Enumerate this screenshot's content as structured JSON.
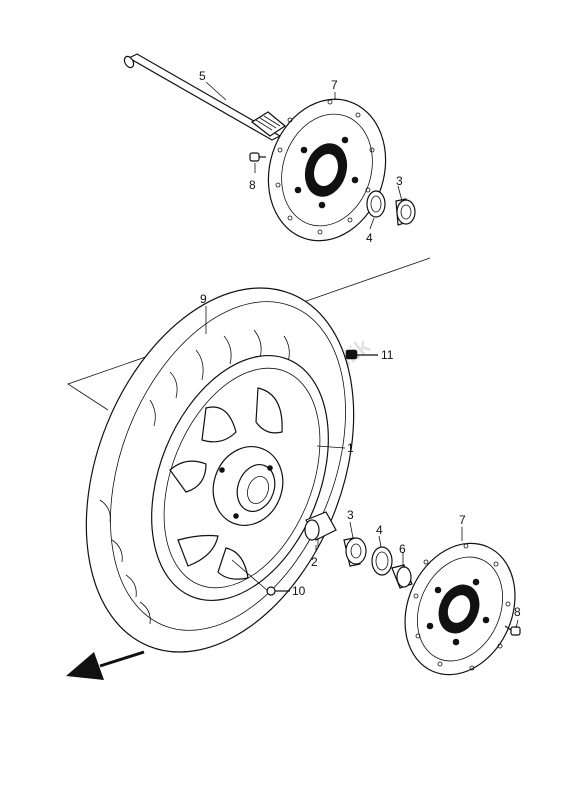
{
  "watermark": "PartsRepublik",
  "callouts": {
    "c1": "1",
    "c2": "2",
    "c3_upper": "3",
    "c3_lower": "3",
    "c4_upper": "4",
    "c4_lower": "4",
    "c5": "5",
    "c6": "6",
    "c7_upper": "7",
    "c7_lower": "7",
    "c8_upper": "8",
    "c8_lower": "8",
    "c9": "9",
    "c10": "10",
    "c11": "11"
  },
  "icons": {
    "direction": "front-direction-arrow-icon"
  }
}
